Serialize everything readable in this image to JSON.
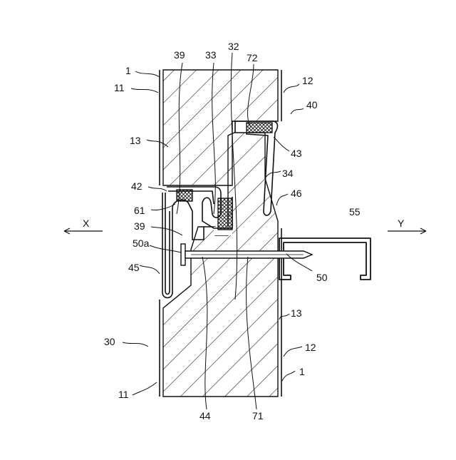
{
  "colors": {
    "line": "#111111",
    "background": "#ffffff"
  },
  "labels": {
    "l_1_top": "1",
    "l_11_top": "11",
    "l_39_top": "39",
    "l_33": "33",
    "l_32": "32",
    "l_72": "72",
    "l_12_top": "12",
    "l_40": "40",
    "l_13_top": "13",
    "l_43": "43",
    "l_34": "34",
    "l_42": "42",
    "l_46": "46",
    "l_55": "55",
    "l_61": "61",
    "l_39_mid": "39",
    "l_x": "X",
    "l_y": "Y",
    "l_50a": "50a",
    "l_45": "45",
    "l_50": "50",
    "l_13_bot": "13",
    "l_30": "30",
    "l_12_bot": "12",
    "l_1_bot": "1",
    "l_11_bot": "11",
    "l_44": "44",
    "l_71": "71"
  }
}
